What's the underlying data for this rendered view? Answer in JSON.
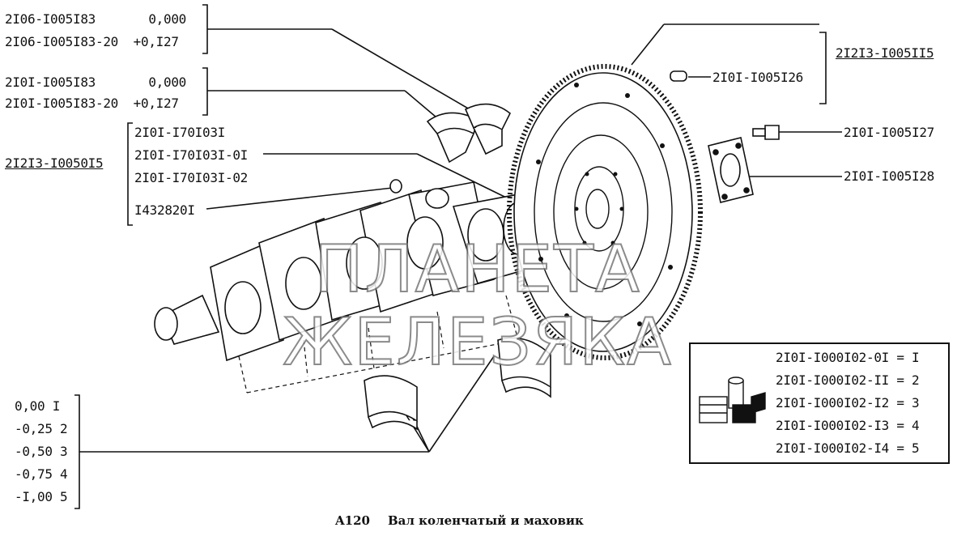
{
  "labels": {
    "top_a_1": "2I06-I005I83       0,000",
    "top_a_2": "2I06-I005I83-20  +0,I27",
    "top_b_1": "2I0I-I005I83       0,000",
    "top_b_2": "2I0I-I005I83-20  +0,I27",
    "group_left_title": "2I2I3-I0050I5",
    "group_left_1": "2I0I-I70I03I",
    "group_left_2": "2I0I-I70I03I-0I",
    "group_left_3": "2I0I-I70I03I-02",
    "group_left_4": "I432820I",
    "flywheel_group": "2I2I3-I005II5",
    "pin": "2I0I-I005I26",
    "bolt": "2I0I-I005I27",
    "plate": "2I0I-I005I28"
  },
  "sizes": [
    {
      "value": "0,00",
      "code": "I"
    },
    {
      "value": "-0,25",
      "code": "2"
    },
    {
      "value": "-0,50",
      "code": "3"
    },
    {
      "value": "-0,75",
      "code": "4"
    },
    {
      "value": "-I,00",
      "code": "5"
    }
  ],
  "kit_table": [
    {
      "part": "2I0I-I000I02-0I",
      "eq": "=",
      "num": "I"
    },
    {
      "part": "2I0I-I000I02-II",
      "eq": "=",
      "num": "2"
    },
    {
      "part": "2I0I-I000I02-I2",
      "eq": "=",
      "num": "3"
    },
    {
      "part": "2I0I-I000I02-I3",
      "eq": "=",
      "num": "4"
    },
    {
      "part": "2I0I-I000I02-I4",
      "eq": "=",
      "num": "5"
    }
  ],
  "watermark": "ПЛАНЕТА ЖЕЛЕЗЯКА",
  "caption": {
    "code": "A120",
    "title": "Вал коленчатый и маховик"
  }
}
